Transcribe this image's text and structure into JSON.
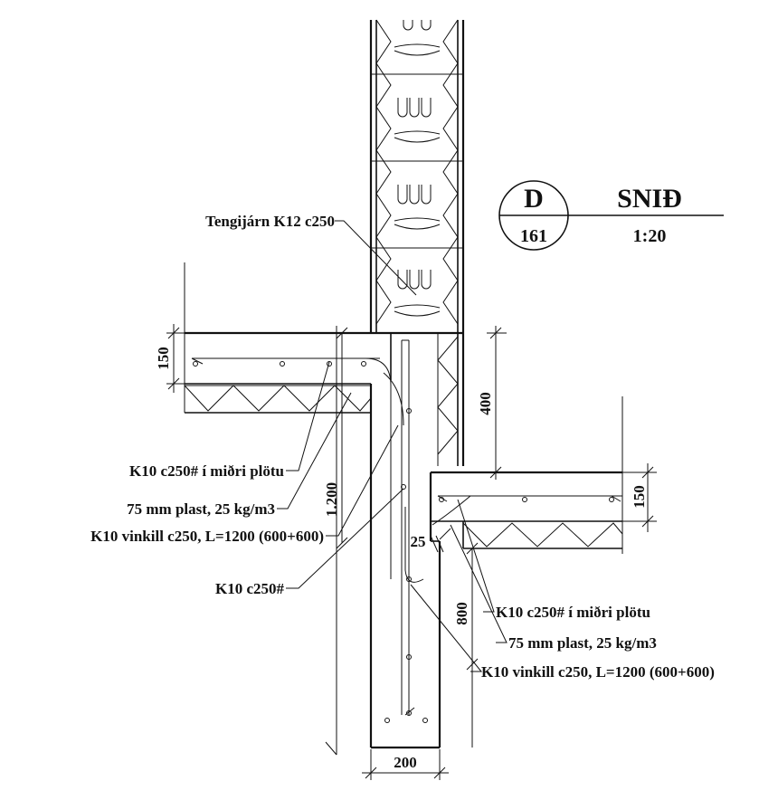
{
  "section_marker": {
    "letter": "D",
    "sheet": "161",
    "title": "SNIÐ",
    "scale": "1:20"
  },
  "labels": {
    "coupling_bars": "Tengijárn K12 c250",
    "upper_mesh": "K10 c250# í miðri plötu",
    "upper_insulation": "75 mm plast, 25 kg/m3",
    "upper_angle": "K10 vinkill c250, L=1200 (600+600)",
    "wall_mesh": "K10 c250#",
    "lower_mesh": "K10 c250# í miðri plötu",
    "lower_insulation": "75 mm plast, 25 kg/m3",
    "lower_angle": "K10 vinkill c250, L=1200 (600+600)"
  },
  "dimensions": {
    "upper_slab": "150",
    "step": "400",
    "wall_height": "1.200",
    "gap": "25",
    "lower_slab": "150",
    "footing": "800",
    "wall_width": "200"
  }
}
